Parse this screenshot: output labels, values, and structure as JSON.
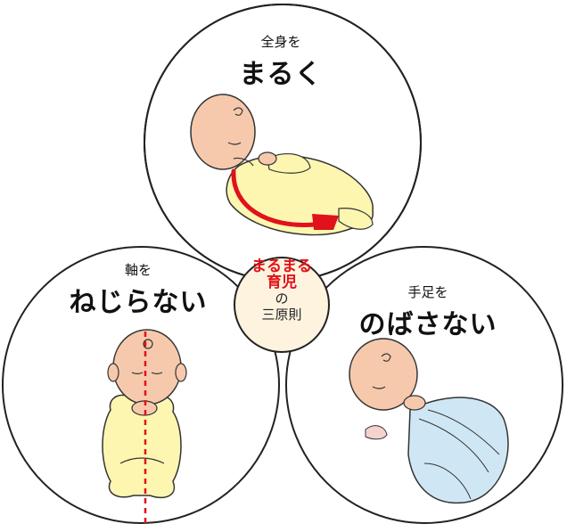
{
  "principles": [
    {
      "small": "全身を",
      "big": "まるく"
    },
    {
      "small": "軸を",
      "big": "ねじらない"
    },
    {
      "small": "手足を",
      "big": "のばさない"
    }
  ],
  "center": {
    "line1": "まるまる",
    "line2": "育児",
    "line3": "の",
    "line4": "三原則"
  },
  "colors": {
    "skin": "#f6c9ad",
    "clothes": "#fdf6b0",
    "swaddle": "#cfe7f5",
    "accent": "#e0121b",
    "center_fill": "#fdf3df"
  }
}
